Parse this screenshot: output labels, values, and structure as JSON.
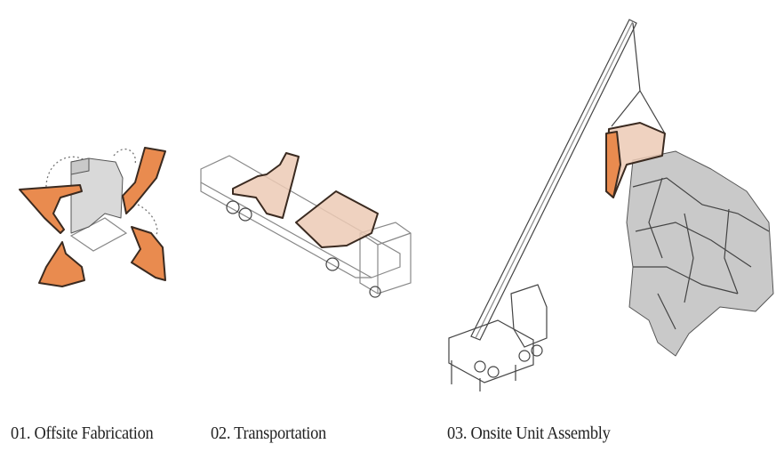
{
  "captions": {
    "step1": "01. Offsite Fabrication",
    "step2": "02. Transportation",
    "step3": "03. Onsite Unit Assembly"
  },
  "colors": {
    "panel_orange": "#e98b4f",
    "panel_pink": "#eccab5",
    "shell_gray": "#c9c9c9"
  }
}
